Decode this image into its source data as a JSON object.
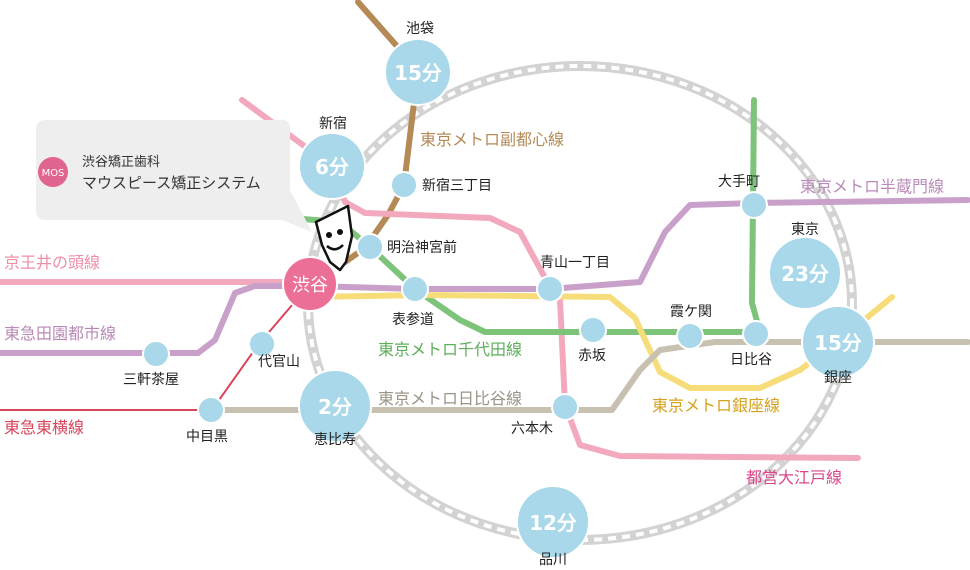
{
  "clinic": {
    "name_top": "渋谷矯正歯科",
    "name_main": "マウスピース矯正システム",
    "logo_mark": "MOS"
  },
  "hub": {
    "name": "渋谷"
  },
  "destinations": [
    {
      "name": "池袋",
      "time": "15分"
    },
    {
      "name": "新宿",
      "time": "6分"
    },
    {
      "name": "東京",
      "time": "23分"
    },
    {
      "name": "銀座",
      "time": "15分"
    },
    {
      "name": "恵比寿",
      "time": "2分"
    },
    {
      "name": "品川",
      "time": "12分"
    }
  ],
  "stations": [
    "新宿三丁目",
    "明治神宮前",
    "大手町",
    "青山一丁目",
    "表参道",
    "霞ケ関",
    "日比谷",
    "赤坂",
    "六本木",
    "代官山",
    "三軒茶屋",
    "中目黒"
  ],
  "lines": [
    {
      "name": "東京メトロ副都心線",
      "color": "#b58a57"
    },
    {
      "name": "東京メトロ半蔵門線",
      "color": "#c79ac6"
    },
    {
      "name": "京王井の頭線",
      "color": "#ee8fa8"
    },
    {
      "name": "東急田園都市線",
      "color": "#c79ac6"
    },
    {
      "name": "東京メトロ千代田線",
      "color": "#6dbf6b"
    },
    {
      "name": "東京メトロ銀座線",
      "color": "#f2b83a"
    },
    {
      "name": "東京メトロ日比谷線",
      "color": "#a7a293"
    },
    {
      "name": "東急東横線",
      "color": "#d9455b"
    },
    {
      "name": "都営大江戸線",
      "color": "#d9468c"
    }
  ],
  "colors": {
    "station": "#a8d8ea",
    "hub": "#ec6f95",
    "yamanote": "#d0d0d0"
  }
}
